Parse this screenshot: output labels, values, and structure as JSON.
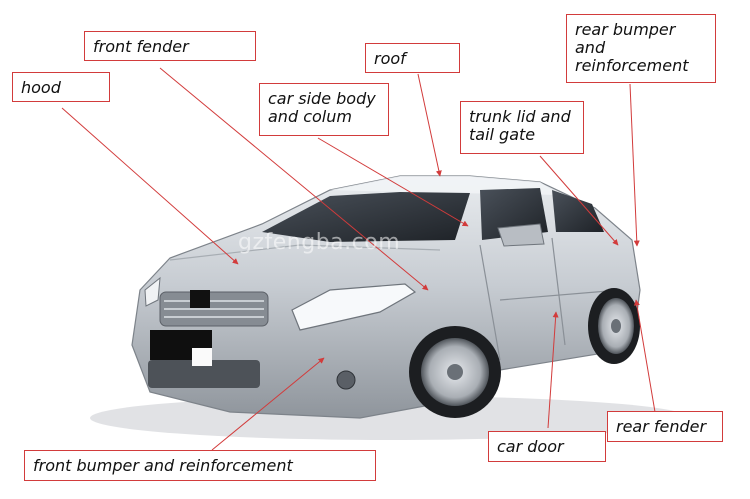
{
  "labels": {
    "front_fender": "front fender",
    "hood": "hood",
    "roof": "roof",
    "rear_bumper": "rear bumper and\nreinforcement",
    "side_body": "car side body\nand colum",
    "trunk_lid": "trunk lid and\ntail gate",
    "rear_fender": "rear fender",
    "car_door": "car door",
    "front_bumper": "front bumper and reinforcement"
  },
  "watermark": "gzfengba.com",
  "colors": {
    "callout_line": "#d23b3b",
    "car_body": "#c9cdd2",
    "glass": "#2a2f35"
  }
}
